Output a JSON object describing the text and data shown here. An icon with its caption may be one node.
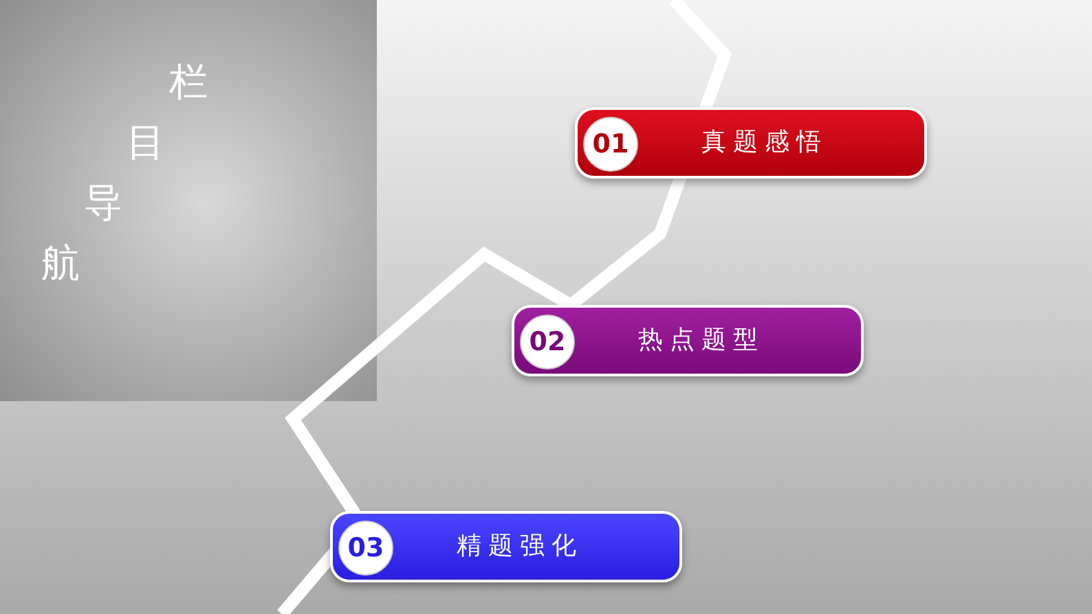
{
  "diagram": {
    "title": "栏目导航",
    "nodes": [
      {
        "text": [
          "01",
          "真题感悟"
        ]
      },
      {
        "text": [
          "02",
          "热点题型"
        ]
      },
      {
        "text": [
          "03",
          "精题强化"
        ]
      }
    ]
  }
}
